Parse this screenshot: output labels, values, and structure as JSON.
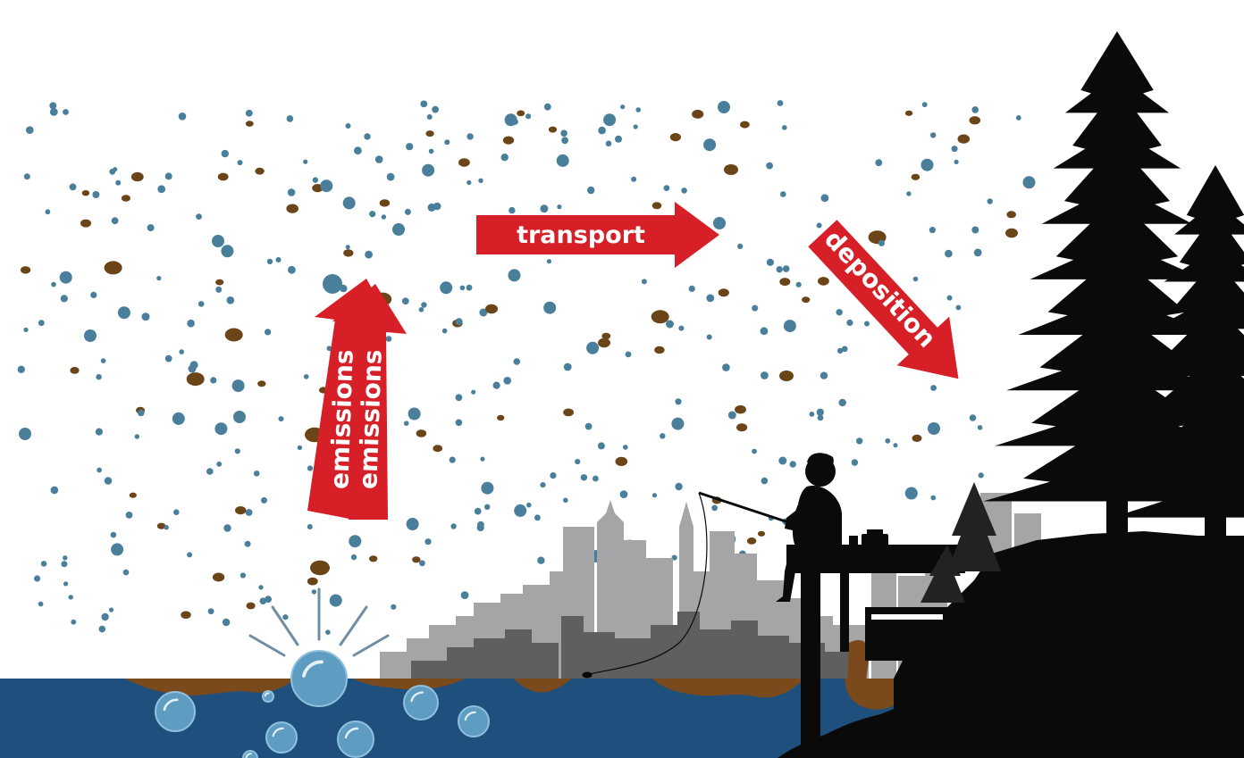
{
  "labels": {
    "emissions": "emissions",
    "transport": "transport",
    "deposition": "deposition"
  },
  "colors": {
    "background": "#ffffff",
    "blue_particle": "#4a7f9c",
    "brown_particle": "#6b4418",
    "arrow_red": "#d71f27",
    "water": "#1f4f7c",
    "sludge": "#7a4a1c",
    "city_light": "#a5a5a7",
    "city_dark": "#5f5f61",
    "silhouette": "#0a0a0a",
    "bubble": "#5f9cc2"
  },
  "icons": [
    "particle-icon",
    "bubble-icon",
    "fisherman-icon",
    "pine-tree-icon",
    "city-skyline-icon",
    "tackle-box-icon"
  ]
}
